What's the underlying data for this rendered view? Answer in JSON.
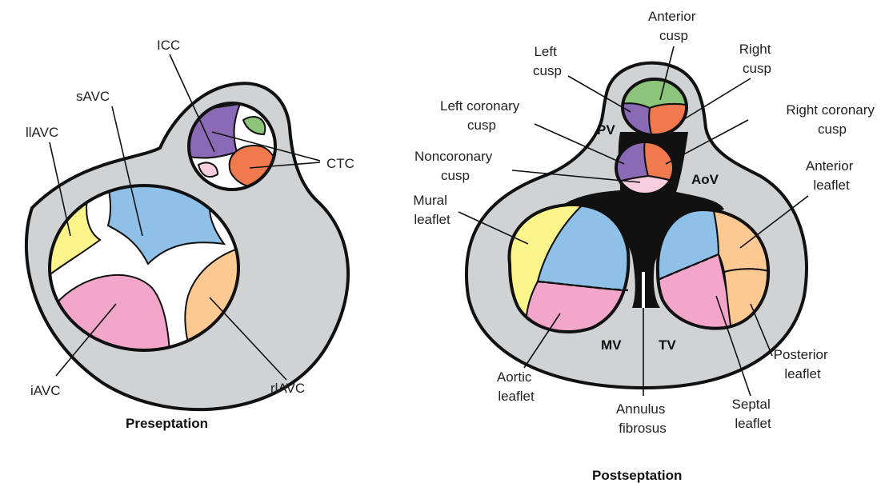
{
  "preseptation": {
    "title": "Preseptation",
    "labels": {
      "icc": "ICC",
      "savc": "sAVC",
      "llavc": "llAVC",
      "ctc": "CTC",
      "iavc": "iAVC",
      "rlavc": "rlAVC"
    }
  },
  "postseptation": {
    "title": "Postseptation",
    "labels": {
      "anterior_cusp": [
        "Anterior",
        "cusp"
      ],
      "right_cusp": [
        "Right",
        "cusp"
      ],
      "left_cusp": [
        "Left",
        "cusp"
      ],
      "left_coronary_cusp": [
        "Left coronary",
        "cusp"
      ],
      "right_coronary_cusp": [
        "Right coronary",
        "cusp"
      ],
      "noncoronary_cusp": [
        "Noncoronary",
        "cusp"
      ],
      "mural_leaflet": [
        "Mural",
        "leaflet"
      ],
      "anterior_leaflet": [
        "Anterior",
        "leaflet"
      ],
      "posterior_leaflet": [
        "Posterior",
        "leaflet"
      ],
      "aortic_leaflet": [
        "Aortic",
        "leaflet"
      ],
      "annulus_fibrosus": [
        "Annulus",
        "fibrosus"
      ],
      "septal_leaflet": [
        "Septal",
        "leaflet"
      ]
    },
    "valves": {
      "pv": "PV",
      "aov": "AoV",
      "mv": "MV",
      "tv": "TV"
    }
  },
  "colors": {
    "background_tissue": "#d1d2d4",
    "purple": "#8b6ab5",
    "green": "#8cc47a",
    "orange": "#f07a4e",
    "light_pink": "#f6cedd",
    "blue": "#8fc0e8",
    "yellow": "#fbf48a",
    "pink": "#f2a6c9",
    "peach": "#fcc993",
    "black": "#111111"
  }
}
